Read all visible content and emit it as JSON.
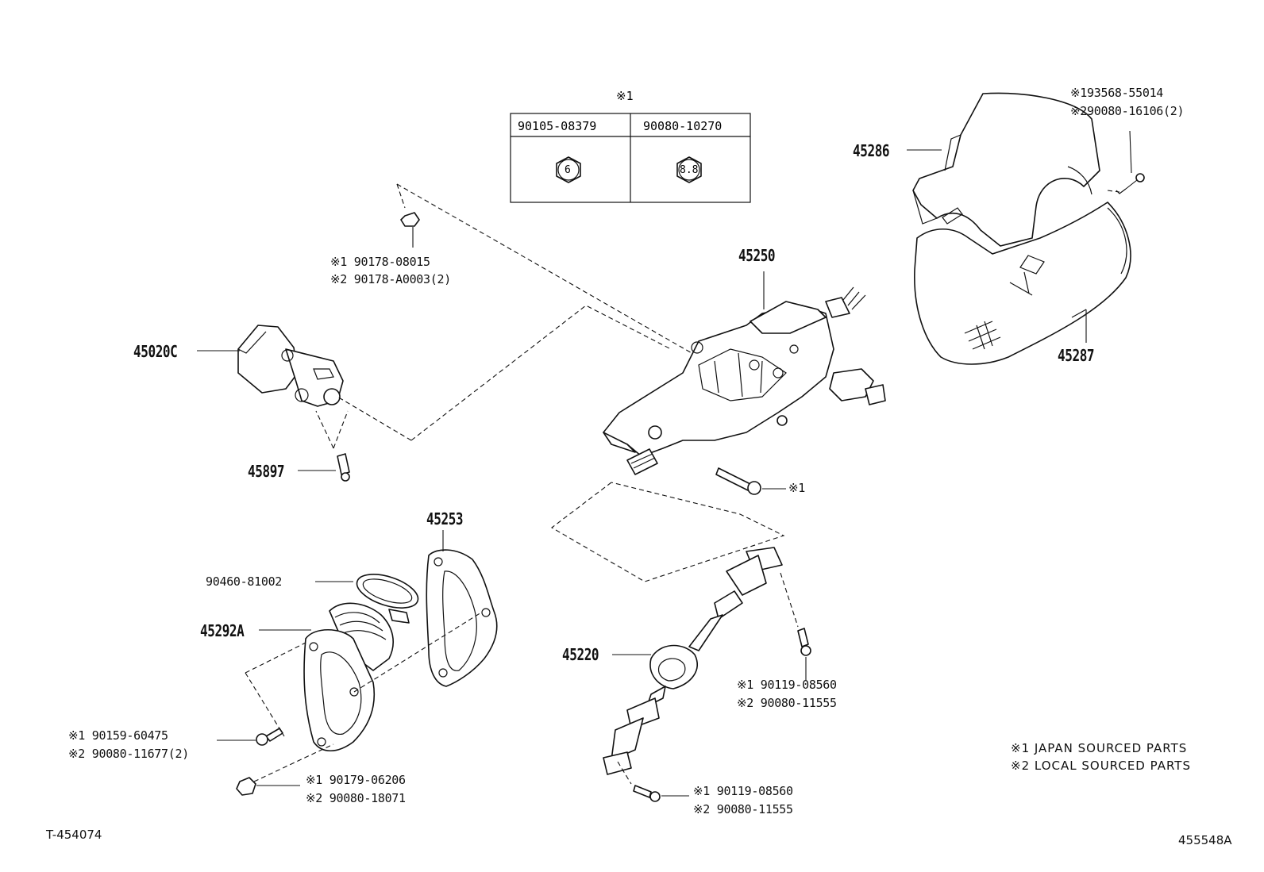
{
  "table": {
    "header_mark": "※1",
    "col1_part": "90105-08379",
    "col2_part": "90080-10270",
    "col1_grade": "6",
    "col2_grade": "8.8"
  },
  "labels": {
    "p45286": "45286",
    "p45287": "45287",
    "p45250": "45250",
    "p45020c": "45020C",
    "p45897": "45897",
    "p45253": "45253",
    "p90460": "90460-81002",
    "p45292a": "45292A",
    "p45220": "45220",
    "top_right_1": "※193568-55014",
    "top_right_2": "※290080-16106(2)",
    "nut_1": "※1  90178-08015",
    "nut_2": "※2  90178-A0003(2)",
    "bolt_mark": "※1",
    "shaft_bolt_1": "※1  90119-08560",
    "shaft_bolt_2": "※2  90080-11555",
    "low_bolt_1": "※1  90119-08560",
    "low_bolt_2": "※2  90080-11555",
    "left_bolt_1": "※1  90159-60475",
    "left_bolt_2": "※2  90080-11677(2)",
    "nut2_1": "※1  90179-06206",
    "nut2_2": "※2  90080-18071"
  },
  "legend": {
    "line1": "※1  JAPAN SOURCED PARTS",
    "line2": "※2  LOCAL SOURCED PARTS"
  },
  "footer": {
    "left_code": "T-454074",
    "right_code": "455548A"
  }
}
